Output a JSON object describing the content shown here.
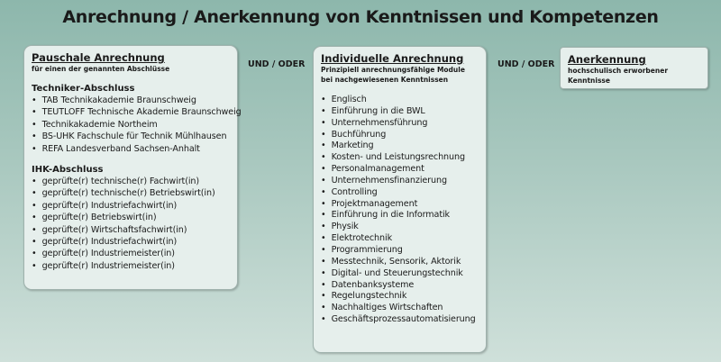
{
  "title": "Anrechnung / Anerkennung von Kenntnissen und Kompetenzen",
  "connector_1": "UND / ODER",
  "connector_2": "UND / ODER",
  "left": {
    "heading": "Pauschale Anrechnung",
    "subtitle": "für einen der genannten Abschlüsse",
    "sections": [
      {
        "title": "Techniker-Abschluss",
        "items": [
          "TAB Technikakademie Braunschweig",
          "TEUTLOFF Technische Akademie Braunschweig",
          "Technikakademie Northeim",
          "BS-UHK Fachschule für Technik Mühlhausen",
          "REFA Landesverband Sachsen-Anhalt"
        ]
      },
      {
        "title": "IHK-Abschluss",
        "items": [
          "geprüfte(r) technische(r) Fachwirt(in)",
          "geprüfte(r) technische(r) Betriebswirt(in)",
          "geprüfte(r) Industriefachwirt(in)",
          "geprüfte(r) Betriebswirt(in)",
          "geprüfte(r) Wirtschaftsfachwirt(in)",
          "geprüfte(r) Industriefachwirt(in)",
          "geprüfte(r) Industriemeister(in)",
          "geprüfte(r) Industriemeister(in)"
        ]
      }
    ]
  },
  "middle": {
    "heading": "Individuelle Anrechnung",
    "subtitle_1": "Prinzipiell anrechnungsfähige Module",
    "subtitle_2": "bei nachgewiesenen Kenntnissen",
    "items": [
      "Englisch",
      "Einführung in die BWL",
      "Unternehmensführung",
      "Buchführung",
      "Marketing",
      "Kosten- und Leistungsrechnung",
      "Personalmanagement",
      "Unternehmensfinanzierung",
      "Controlling",
      "Projektmanagement",
      "Einführung in die Informatik",
      "Physik",
      "Elektrotechnik",
      "Programmierung",
      "Messtechnik, Sensorik, Aktorik",
      "Digital- und Steuerungstechnik",
      "Datenbanksysteme",
      "Regelungstechnik",
      "Nachhaltiges Wirtschaften",
      "Geschäftsprozessautomatisierung"
    ]
  },
  "right": {
    "heading": "Anerkennung",
    "subtitle": "hochschulisch erworbener Kenntnisse"
  }
}
